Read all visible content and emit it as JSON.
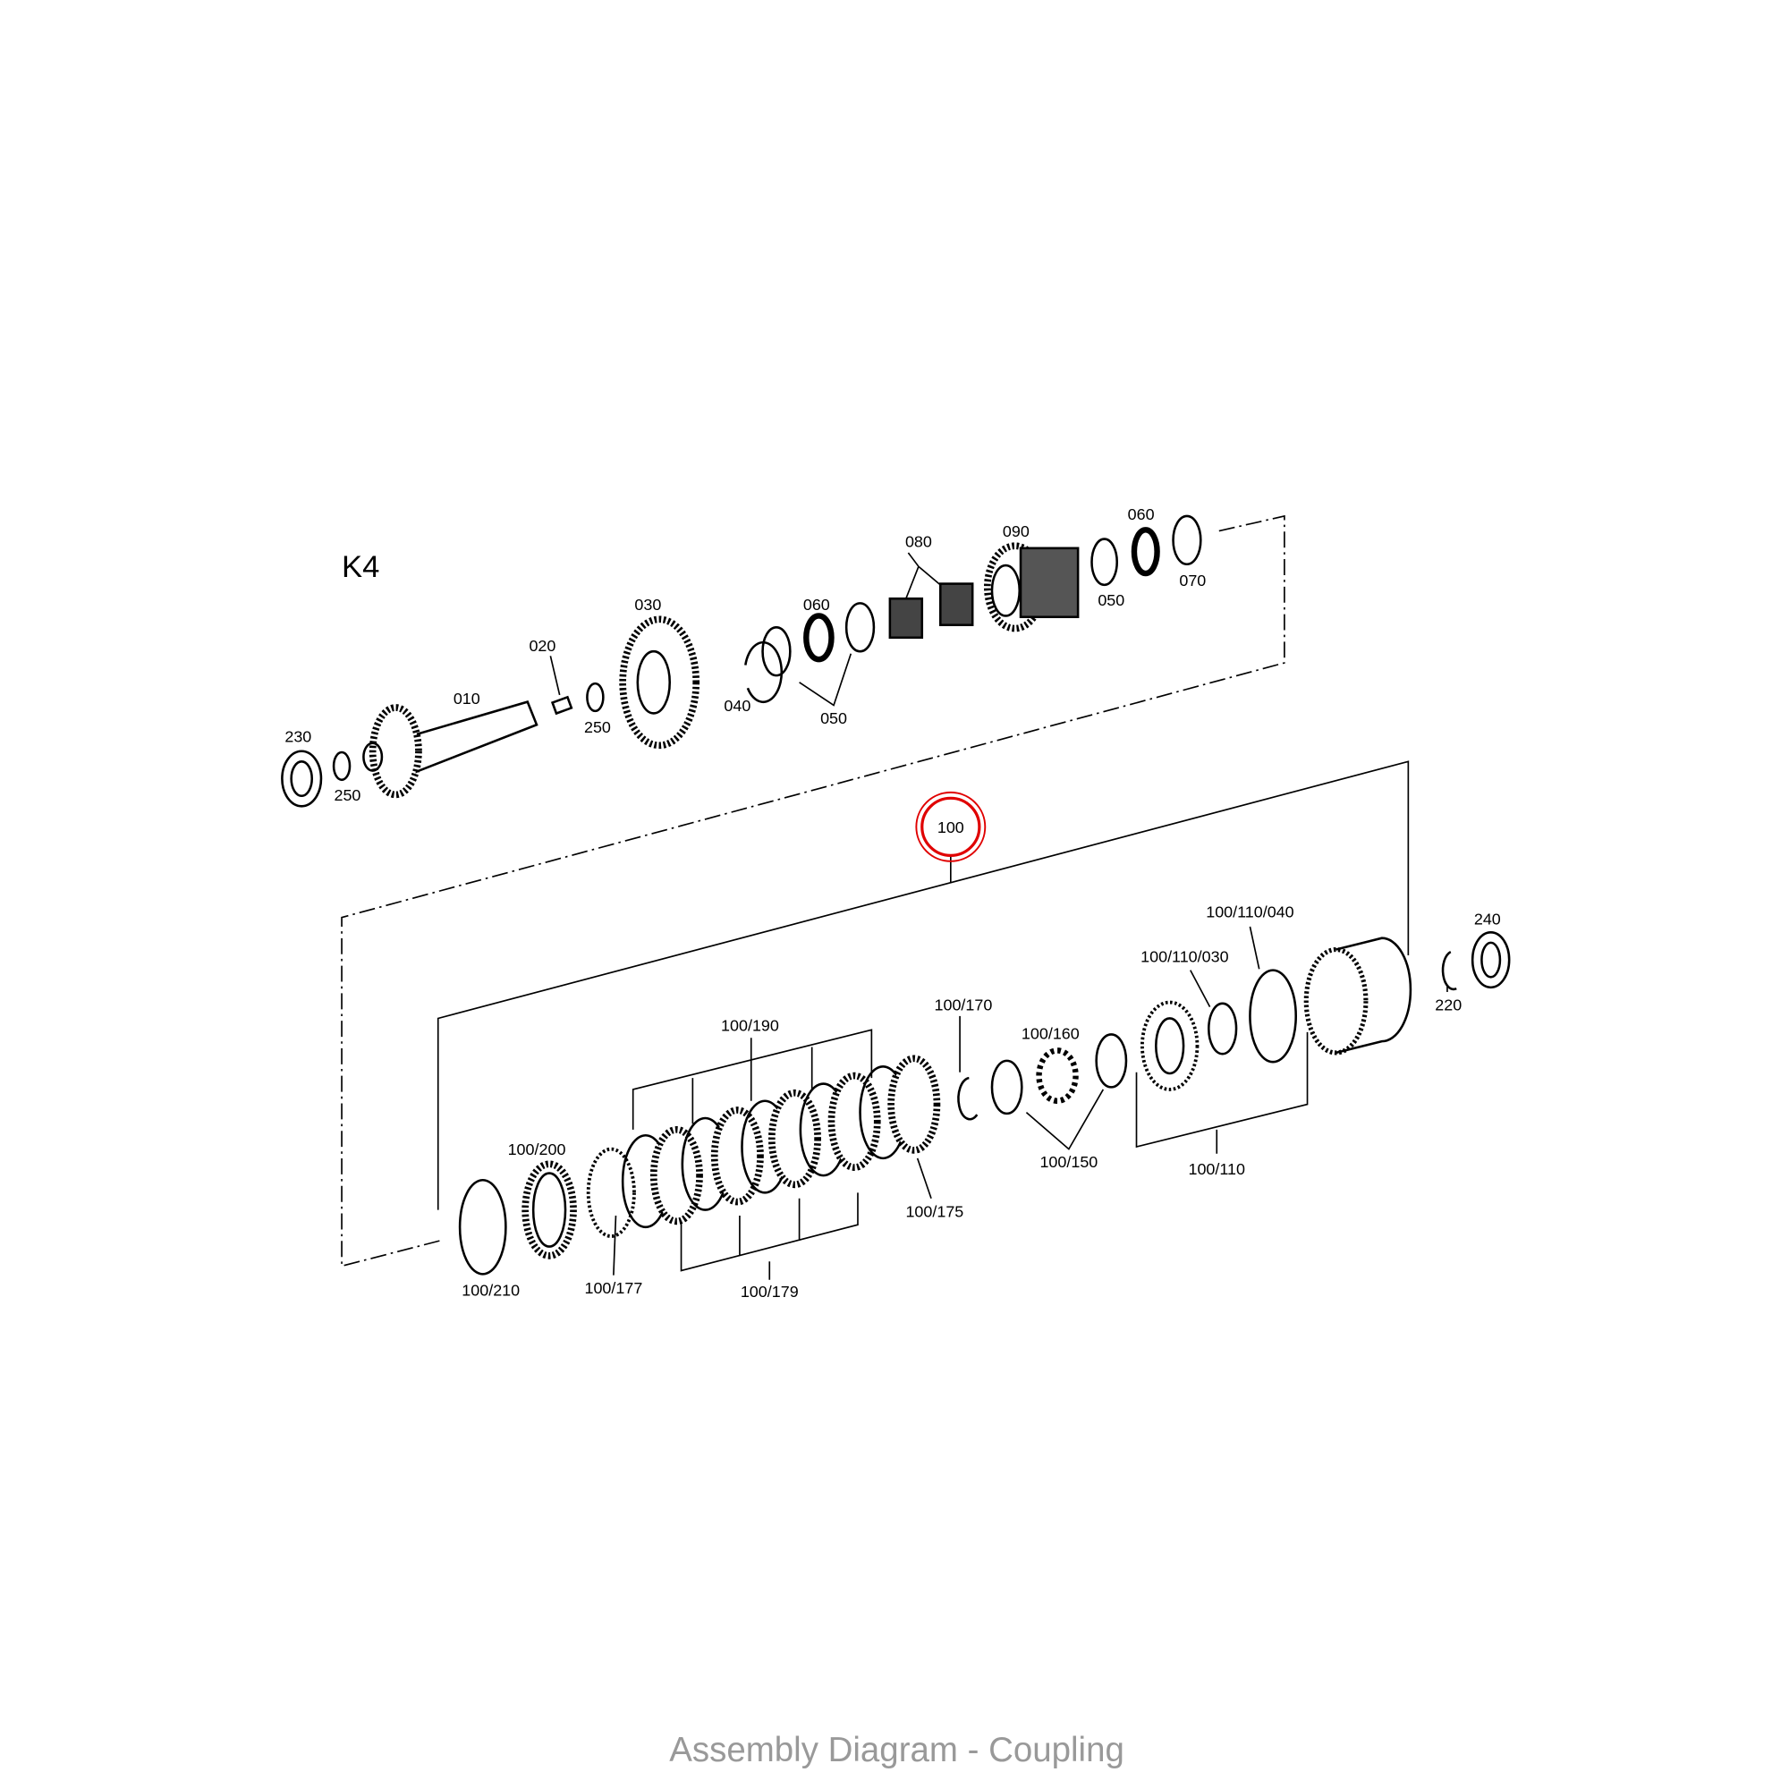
{
  "diagram": {
    "group_label": "K4",
    "caption": "Assembly Diagram - Coupling",
    "highlight_color": "#e00000",
    "highlighted_part": "100",
    "top_parts": [
      "230",
      "250",
      "010",
      "020",
      "250",
      "030",
      "040",
      "050",
      "060",
      "080",
      "090",
      "050",
      "060",
      "070"
    ],
    "bottom_parts": [
      "100/110/040",
      "240",
      "100/110/030",
      "100/170",
      "100/160",
      "100/190",
      "220",
      "100/200",
      "100/150",
      "100/110",
      "100/175",
      "100/210",
      "100/177",
      "100/179"
    ]
  }
}
